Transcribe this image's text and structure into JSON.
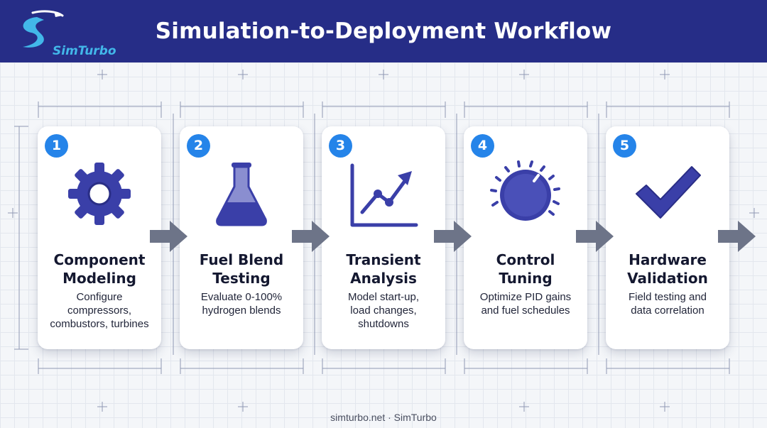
{
  "header": {
    "logo_text": "SimTurbo",
    "title": "Simulation-to-Deployment Workflow"
  },
  "steps": [
    {
      "number": "1",
      "title_line1": "Component",
      "title_line2": "Modeling",
      "desc": [
        "Configure",
        "compressors,",
        "combustors, turbines"
      ],
      "icon": "gear-icon"
    },
    {
      "number": "2",
      "title_line1": "Fuel Blend",
      "title_line2": "Testing",
      "desc": [
        "Evaluate 0-100%",
        "hydrogen blends"
      ],
      "icon": "flask-icon"
    },
    {
      "number": "3",
      "title_line1": "Transient",
      "title_line2": "Analysis",
      "desc": [
        "Model start-up,",
        "load changes,",
        "shutdowns"
      ],
      "icon": "line-chart-icon"
    },
    {
      "number": "4",
      "title_line1": "Control",
      "title_line2": "Tuning",
      "desc": [
        "Optimize PID gains",
        "and fuel schedules"
      ],
      "icon": "dial-knob-icon"
    },
    {
      "number": "5",
      "title_line1": "Hardware",
      "title_line2": "Validation",
      "desc": [
        "Field testing and",
        "data correlation"
      ],
      "icon": "checkmark-icon"
    }
  ],
  "footer": {
    "text": "simturbo.net · SimTurbo"
  },
  "colors": {
    "header_bg": "#262d87",
    "badge": "#2584e9",
    "icon_fill": "#3a3fa8",
    "arrow": "#6d7488",
    "logo_blue": "#42b7e9"
  }
}
